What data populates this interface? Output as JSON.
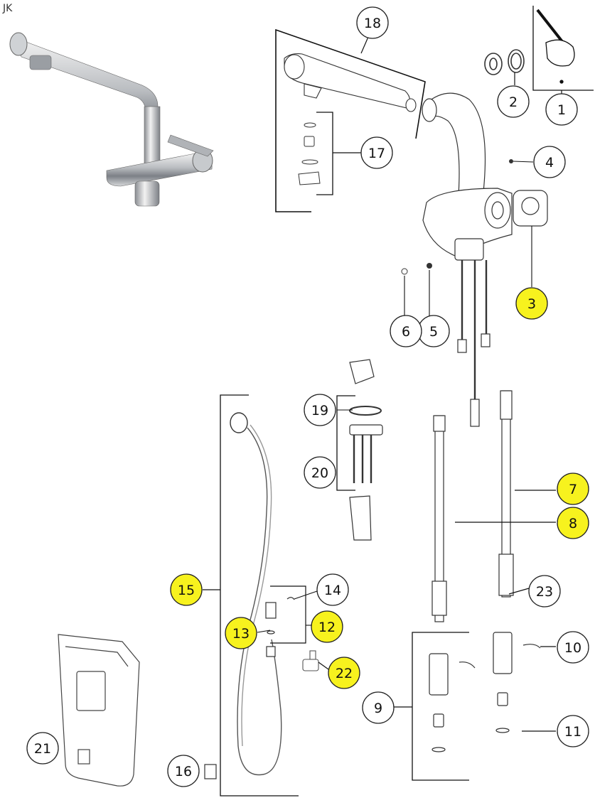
{
  "header": {
    "tag": "JK"
  },
  "colors": {
    "highlight": "#f7f21e",
    "callout_fill": "#ffffff",
    "stroke": "#222222"
  },
  "callouts": [
    {
      "label": "1",
      "highlighted": false
    },
    {
      "label": "2",
      "highlighted": false
    },
    {
      "label": "3",
      "highlighted": true
    },
    {
      "label": "4",
      "highlighted": false
    },
    {
      "label": "5",
      "highlighted": false
    },
    {
      "label": "6",
      "highlighted": false
    },
    {
      "label": "7",
      "highlighted": true
    },
    {
      "label": "8",
      "highlighted": true
    },
    {
      "label": "9",
      "highlighted": false
    },
    {
      "label": "10",
      "highlighted": false
    },
    {
      "label": "11",
      "highlighted": false
    },
    {
      "label": "12",
      "highlighted": true
    },
    {
      "label": "13",
      "highlighted": true
    },
    {
      "label": "14",
      "highlighted": false
    },
    {
      "label": "15",
      "highlighted": true
    },
    {
      "label": "16",
      "highlighted": false
    },
    {
      "label": "17",
      "highlighted": false
    },
    {
      "label": "18",
      "highlighted": false
    },
    {
      "label": "19",
      "highlighted": false
    },
    {
      "label": "20",
      "highlighted": false
    },
    {
      "label": "21",
      "highlighted": false
    },
    {
      "label": "22",
      "highlighted": true
    },
    {
      "label": "23",
      "highlighted": false
    }
  ]
}
